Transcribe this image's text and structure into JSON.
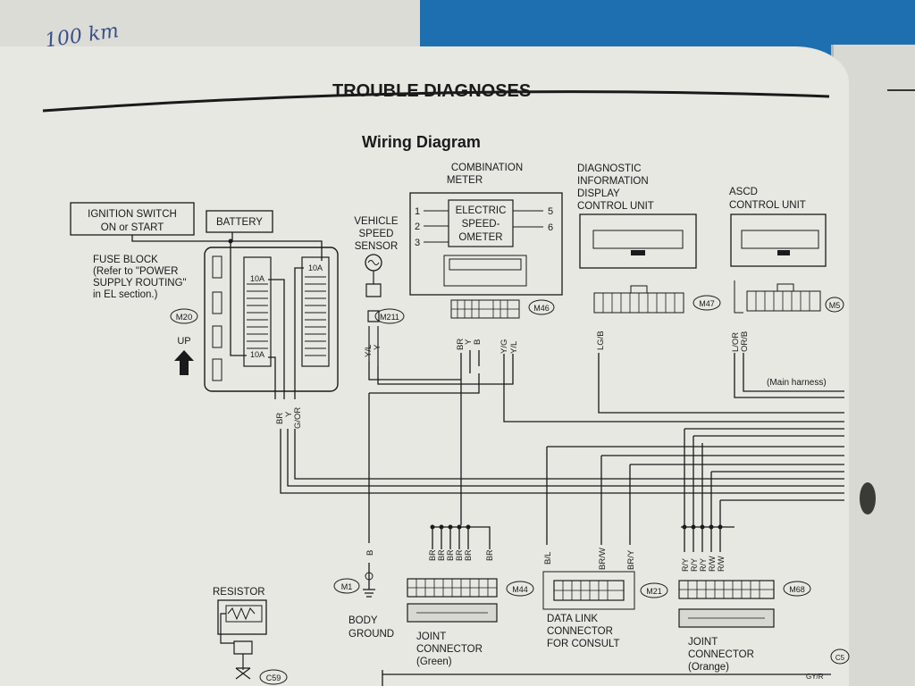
{
  "header": {
    "title": "TROUBLE DIAGNOSES",
    "subtitle": "Wiring Diagram"
  },
  "scribble": "100 km",
  "blocks": {
    "ignition": {
      "line1": "IGNITION SWITCH",
      "line2": "ON or START"
    },
    "battery": "BATTERY",
    "fuse_block": {
      "line1": "FUSE BLOCK",
      "line2": "(Refer to \"POWER",
      "line3": "SUPPLY ROUTING\"",
      "line4": "in EL section.)",
      "code": "M20",
      "up": "UP"
    },
    "fuse_10a": "10A",
    "vss": {
      "line1": "VEHICLE",
      "line2": "SPEED",
      "line3": "SENSOR",
      "code": "M211"
    },
    "comb_meter": {
      "line1": "COMBINATION",
      "line2": "METER",
      "inner1": "ELECTRIC",
      "inner2": "SPEED-",
      "inner3": "OMETER",
      "pin1": "1",
      "pin2": "2",
      "pin3": "3",
      "pin5": "5",
      "pin6": "6",
      "code": "M46"
    },
    "didcu": {
      "line1": "DIAGNOSTIC",
      "line2": "INFORMATION",
      "line3": "DISPLAY",
      "line4": "CONTROL UNIT",
      "code": "M47"
    },
    "ascd": {
      "line1": "ASCD",
      "line2": "CONTROL UNIT",
      "code": "M5"
    },
    "main_harness": "(Main harness)",
    "resistor": {
      "label": "RESISTOR",
      "code": "C59"
    },
    "body_ground": {
      "line1": "BODY",
      "line2": "GROUND",
      "code": "M1"
    },
    "jc_green": {
      "line1": "JOINT",
      "line2": "CONNECTOR",
      "line3": "(Green)",
      "code": "M44"
    },
    "data_link": {
      "line1": "DATA LINK",
      "line2": "CONNECTOR",
      "line3": "FOR CONSULT",
      "code": "M21"
    },
    "jc_orange": {
      "line1": "JOINT",
      "line2": "CONNECTOR",
      "line3": "(Orange)",
      "code": "M68"
    },
    "bottom_code": "C5"
  },
  "wires": {
    "fuse": [
      "BR",
      "Y",
      "G/OR"
    ],
    "vss": [
      "Y/L",
      "Y"
    ],
    "meter_left": [
      "BR",
      "Y",
      "B"
    ],
    "meter_right": [
      "Y/G",
      "Y/L"
    ],
    "didcu": "LG/B",
    "ascd": [
      "L/OR",
      "OR/B"
    ],
    "ground": "B",
    "green": [
      "BR",
      "BR",
      "BR",
      "BR",
      "BR",
      "BR"
    ],
    "datalink": [
      "B/L",
      "BR/W",
      "BR/Y"
    ],
    "orange": [
      "R/Y",
      "R/Y",
      "R/Y",
      "R/W",
      "R/W"
    ],
    "bottom": "GY/R"
  },
  "colors": {
    "paper": "#e7e8e2",
    "ink": "#1a1a1a",
    "desk": "#1e6fb0"
  }
}
